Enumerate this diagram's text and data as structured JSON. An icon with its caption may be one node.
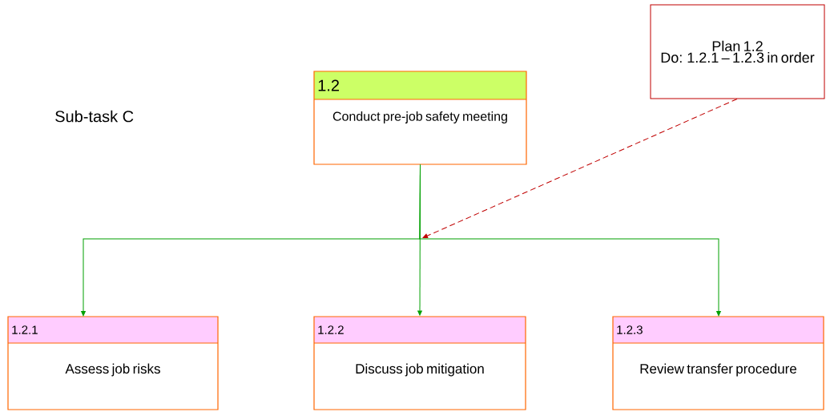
{
  "diagram": {
    "nodes": [
      {
        "text": [
          "1.2",
          "Conduct pre-job safety meeting"
        ]
      },
      {
        "text": [
          "1.2.1",
          "Assess job risks"
        ]
      },
      {
        "text": [
          "1.2.2",
          "Discuss job mitigation"
        ]
      },
      {
        "text": [
          "1.2.3",
          "Review transfer procedure"
        ]
      },
      {
        "text": [
          "Plan 1.2",
          "Do: 1.2.1 – 1.2.3 in order"
        ]
      }
    ],
    "edges": [
      {
        "from": 0,
        "to": 1,
        "arrow": "to"
      },
      {
        "from": 0,
        "to": 2,
        "arrow": "to"
      },
      {
        "from": 0,
        "to": 3,
        "arrow": "to"
      },
      {
        "from": 4,
        "to": null,
        "arrow": "to",
        "style": "dashed",
        "color": "#c00000"
      }
    ],
    "labels": [
      "Sub-task C"
    ]
  }
}
